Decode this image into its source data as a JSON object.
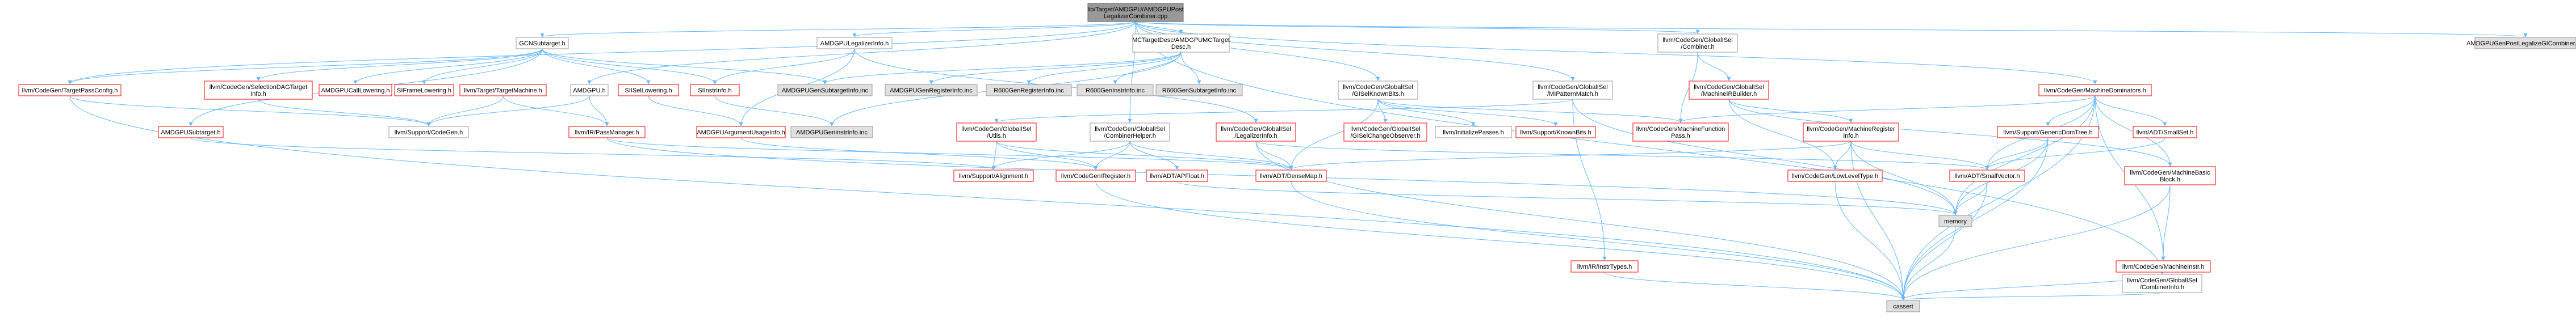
{
  "colors": {
    "edge": "#63b8ff",
    "root_fill": "#999999",
    "root_border": "#666666",
    "file_fill": "#ffffff",
    "file_border": "#ff0000",
    "sys_fill": "#e0e0e0",
    "sys_border": "#999999",
    "text": "#000000",
    "edge_color_name": "sky-blue"
  },
  "nodes": [
    {
      "id": "root",
      "label": [
        "lib/Target/AMDGPU/AMDGPUPost",
        "LegalizerCombiner.cpp"
      ],
      "kind": "root"
    },
    {
      "id": "gcn_subtarget",
      "label": [
        "GCNSubtarget.h"
      ],
      "kind": "plain"
    },
    {
      "id": "amdgpu_legalizerinfo",
      "label": [
        "AMDGPULegalizerInfo.h"
      ],
      "kind": "plain"
    },
    {
      "id": "mctargetdesc",
      "label": [
        "MCTargetDesc/AMDGPUMCTarget",
        "Desc.h"
      ],
      "kind": "plain"
    },
    {
      "id": "globalisel_combiner",
      "label": [
        "llvm/CodeGen/GlobalISel",
        "/Combiner.h"
      ],
      "kind": "plain"
    },
    {
      "id": "combiner_inc",
      "label": [
        "AMDGPUGenPostLegalizeGICombiner.inc"
      ],
      "kind": "sys"
    },
    {
      "id": "target_passconfig",
      "label": [
        "llvm/CodeGen/TargetPassConfig.h"
      ],
      "kind": "file"
    },
    {
      "id": "sdag_targetinfo",
      "label": [
        "llvm/CodeGen/SelectionDAGTarget",
        "Info.h"
      ],
      "kind": "file"
    },
    {
      "id": "amdgpu_calllowering",
      "label": [
        "AMDGPUCallLowering.h"
      ],
      "kind": "file"
    },
    {
      "id": "si_framelowering",
      "label": [
        "SIFrameLowering.h"
      ],
      "kind": "file"
    },
    {
      "id": "target_machine",
      "label": [
        "llvm/Target/TargetMachine.h"
      ],
      "kind": "file"
    },
    {
      "id": "amdgpu_h",
      "label": [
        "AMDGPU.h"
      ],
      "kind": "plain"
    },
    {
      "id": "si_isellowering",
      "label": [
        "SIISelLowering.h"
      ],
      "kind": "file"
    },
    {
      "id": "si_instrinfo",
      "label": [
        "SIInstrInfo.h"
      ],
      "kind": "file"
    },
    {
      "id": "subtargetinfo_inc",
      "label": [
        "AMDGPUGenSubtargetInfo.inc"
      ],
      "kind": "sys"
    },
    {
      "id": "registerinfo_inc",
      "label": [
        "AMDGPUGenRegisterInfo.inc"
      ],
      "kind": "sys"
    },
    {
      "id": "r600_registerinfo",
      "label": [
        "R600GenRegisterInfo.inc"
      ],
      "kind": "sys"
    },
    {
      "id": "r600_instrinfo",
      "label": [
        "R600GenInstrInfo.inc"
      ],
      "kind": "sys"
    },
    {
      "id": "r600_subtargetinfo",
      "label": [
        "R600GenSubtargetInfo.inc"
      ],
      "kind": "sys"
    },
    {
      "id": "gisel_knownbits",
      "label": [
        "llvm/CodeGen/GlobalISel",
        "/GISelKnownBits.h"
      ],
      "kind": "plain"
    },
    {
      "id": "mipattern_match",
      "label": [
        "llvm/CodeGen/GlobalISel",
        "/MIPatternMatch.h"
      ],
      "kind": "plain"
    },
    {
      "id": "mir_builder",
      "label": [
        "llvm/CodeGen/GlobalISel",
        "/MachineIRBuilder.h"
      ],
      "kind": "file"
    },
    {
      "id": "machine_dominators",
      "label": [
        "llvm/CodeGen/MachineDominators.h"
      ],
      "kind": "file"
    },
    {
      "id": "amdgpu_subtarget",
      "label": [
        "AMDGPUSubtarget.h"
      ],
      "kind": "file"
    },
    {
      "id": "support_codegen",
      "label": [
        "llvm/Support/CodeGen.h"
      ],
      "kind": "plain"
    },
    {
      "id": "ir_passmanager",
      "label": [
        "llvm/IR/PassManager.h"
      ],
      "kind": "file"
    },
    {
      "id": "argument_usageinfo",
      "label": [
        "AMDGPUArgumentUsageInfo.h"
      ],
      "kind": "file"
    },
    {
      "id": "geninstrinfo_inc",
      "label": [
        "AMDGPUGenInstrInfo.inc"
      ],
      "kind": "sys"
    },
    {
      "id": "globalisel_utils",
      "label": [
        "llvm/CodeGen/GlobalISel",
        "/Utils.h"
      ],
      "kind": "file"
    },
    {
      "id": "combiner_helper",
      "label": [
        "llvm/CodeGen/GlobalISel",
        "/CombinerHelper.h"
      ],
      "kind": "plain"
    },
    {
      "id": "legalizer_info",
      "label": [
        "llvm/CodeGen/GlobalISel",
        "/LegalizerInfo.h"
      ],
      "kind": "file"
    },
    {
      "id": "gisel_change_observer",
      "label": [
        "llvm/CodeGen/GlobalISel",
        "/GISelChangeObserver.h"
      ],
      "kind": "file"
    },
    {
      "id": "initialize_passes",
      "label": [
        "llvm/InitializePasses.h"
      ],
      "kind": "plain"
    },
    {
      "id": "support_knownbits",
      "label": [
        "llvm/Support/KnownBits.h"
      ],
      "kind": "file"
    },
    {
      "id": "machine_function_pass",
      "label": [
        "llvm/CodeGen/MachineFunction",
        "Pass.h"
      ],
      "kind": "file"
    },
    {
      "id": "machine_register_info",
      "label": [
        "llvm/CodeGen/MachineRegister",
        "Info.h"
      ],
      "kind": "file"
    },
    {
      "id": "generic_domtree",
      "label": [
        "llvm/Support/GenericDomTree.h"
      ],
      "kind": "file"
    },
    {
      "id": "adt_smallset",
      "label": [
        "llvm/ADT/SmallSet.h"
      ],
      "kind": "file"
    },
    {
      "id": "support_alignment",
      "label": [
        "llvm/Support/Alignment.h"
      ],
      "kind": "file"
    },
    {
      "id": "codegen_register",
      "label": [
        "llvm/CodeGen/Register.h"
      ],
      "kind": "file"
    },
    {
      "id": "adt_apfloat",
      "label": [
        "llvm/ADT/APFloat.h"
      ],
      "kind": "file"
    },
    {
      "id": "adt_densemap",
      "label": [
        "llvm/ADT/DenseMap.h"
      ],
      "kind": "file"
    },
    {
      "id": "low_level_type",
      "label": [
        "llvm/CodeGen/LowLevelType.h"
      ],
      "kind": "file"
    },
    {
      "id": "adt_smallvector",
      "label": [
        "llvm/ADT/SmallVector.h"
      ],
      "kind": "file"
    },
    {
      "id": "machine_basic_block",
      "label": [
        "llvm/CodeGen/MachineBasic",
        "Block.h"
      ],
      "kind": "file"
    },
    {
      "id": "memory",
      "label": [
        "memory"
      ],
      "kind": "sys"
    },
    {
      "id": "ir_instrtypes",
      "label": [
        "llvm/IR/InstrTypes.h"
      ],
      "kind": "file"
    },
    {
      "id": "machine_instr",
      "label": [
        "llvm/CodeGen/MachineInstr.h"
      ],
      "kind": "file"
    },
    {
      "id": "combiner_info",
      "label": [
        "llvm/CodeGen/GlobalISel",
        "/CombinerInfo.h"
      ],
      "kind": "plain"
    },
    {
      "id": "cassert",
      "label": [
        "cassert"
      ],
      "kind": "sys"
    }
  ],
  "edges": [
    [
      "root",
      "gcn_subtarget"
    ],
    [
      "root",
      "amdgpu_legalizerinfo"
    ],
    [
      "root",
      "mctargetdesc"
    ],
    [
      "root",
      "globalisel_combiner"
    ],
    [
      "root",
      "combiner_inc"
    ],
    [
      "root",
      "amdgpu_h"
    ],
    [
      "root",
      "gisel_knownbits"
    ],
    [
      "root",
      "mipattern_match"
    ],
    [
      "root",
      "machine_dominators"
    ],
    [
      "root",
      "combiner_helper"
    ],
    [
      "root",
      "target_passconfig"
    ],
    [
      "root",
      "combiner_info"
    ],
    [
      "gcn_subtarget",
      "target_passconfig"
    ],
    [
      "gcn_subtarget",
      "sdag_targetinfo"
    ],
    [
      "gcn_subtarget",
      "amdgpu_calllowering"
    ],
    [
      "gcn_subtarget",
      "si_framelowering"
    ],
    [
      "gcn_subtarget",
      "si_isellowering"
    ],
    [
      "gcn_subtarget",
      "si_instrinfo"
    ],
    [
      "gcn_subtarget",
      "subtargetinfo_inc"
    ],
    [
      "gcn_subtarget",
      "amdgpu_subtarget"
    ],
    [
      "amdgpu_legalizerinfo",
      "si_instrinfo"
    ],
    [
      "amdgpu_legalizerinfo",
      "argument_usageinfo"
    ],
    [
      "amdgpu_legalizerinfo",
      "legalizer_info"
    ],
    [
      "mctargetdesc",
      "subtargetinfo_inc"
    ],
    [
      "mctargetdesc",
      "registerinfo_inc"
    ],
    [
      "mctargetdesc",
      "r600_registerinfo"
    ],
    [
      "mctargetdesc",
      "r600_instrinfo"
    ],
    [
      "mctargetdesc",
      "r600_subtargetinfo"
    ],
    [
      "mctargetdesc",
      "geninstrinfo_inc"
    ],
    [
      "globalisel_combiner",
      "mir_builder"
    ],
    [
      "globalisel_combiner",
      "machine_function_pass"
    ],
    [
      "target_passconfig",
      "support_codegen"
    ],
    [
      "target_passconfig",
      "cassert"
    ],
    [
      "sdag_targetinfo",
      "support_codegen"
    ],
    [
      "target_machine",
      "support_codegen"
    ],
    [
      "target_machine",
      "ir_passmanager"
    ],
    [
      "amdgpu_h",
      "support_codegen"
    ],
    [
      "amdgpu_h",
      "ir_passmanager"
    ],
    [
      "si_isellowering",
      "argument_usageinfo"
    ],
    [
      "si_instrinfo",
      "geninstrinfo_inc"
    ],
    [
      "amdgpu_subtarget",
      "support_alignment"
    ],
    [
      "ir_passmanager",
      "adt_densemap"
    ],
    [
      "ir_passmanager",
      "memory"
    ],
    [
      "argument_usageinfo",
      "codegen_register"
    ],
    [
      "gisel_knownbits",
      "gisel_change_observer"
    ],
    [
      "gisel_knownbits",
      "initialize_passes"
    ],
    [
      "gisel_knownbits",
      "support_knownbits"
    ],
    [
      "gisel_knownbits",
      "machine_function_pass"
    ],
    [
      "gisel_knownbits",
      "adt_densemap"
    ],
    [
      "mipattern_match",
      "globalisel_utils"
    ],
    [
      "mipattern_match",
      "ir_instrtypes"
    ],
    [
      "mipattern_match",
      "memory"
    ],
    [
      "mir_builder",
      "machine_register_info"
    ],
    [
      "mir_builder",
      "machine_basic_block"
    ],
    [
      "mir_builder",
      "low_level_type"
    ],
    [
      "machine_dominators",
      "machine_function_pass"
    ],
    [
      "machine_dominators",
      "generic_domtree"
    ],
    [
      "machine_dominators",
      "adt_smallset"
    ],
    [
      "machine_dominators",
      "machine_basic_block"
    ],
    [
      "machine_dominators",
      "machine_instr"
    ],
    [
      "machine_dominators",
      "memory"
    ],
    [
      "machine_dominators",
      "cassert"
    ],
    [
      "machine_dominators",
      "adt_smallvector"
    ],
    [
      "globalisel_utils",
      "support_alignment"
    ],
    [
      "globalisel_utils",
      "codegen_register"
    ],
    [
      "globalisel_utils",
      "adt_densemap"
    ],
    [
      "combiner_helper",
      "codegen_register"
    ],
    [
      "combiner_helper",
      "adt_apfloat"
    ],
    [
      "combiner_helper",
      "adt_densemap"
    ],
    [
      "combiner_helper",
      "support_alignment"
    ],
    [
      "legalizer_info",
      "adt_densemap"
    ],
    [
      "legalizer_info",
      "cassert"
    ],
    [
      "legalizer_info",
      "adt_smallvector"
    ],
    [
      "machine_register_info",
      "adt_densemap"
    ],
    [
      "machine_register_info",
      "low_level_type"
    ],
    [
      "machine_register_info",
      "adt_smallvector"
    ],
    [
      "machine_register_info",
      "memory"
    ],
    [
      "machine_register_info",
      "cassert"
    ],
    [
      "generic_domtree",
      "adt_smallvector"
    ],
    [
      "generic_domtree",
      "memory"
    ],
    [
      "generic_domtree",
      "cassert"
    ],
    [
      "adt_smallset",
      "adt_smallvector"
    ],
    [
      "codegen_register",
      "cassert"
    ],
    [
      "adt_apfloat",
      "memory"
    ],
    [
      "adt_densemap",
      "cassert"
    ],
    [
      "adt_smallvector",
      "cassert"
    ],
    [
      "adt_smallvector",
      "memory"
    ],
    [
      "machine_basic_block",
      "machine_instr"
    ],
    [
      "machine_basic_block",
      "cassert"
    ],
    [
      "machine_instr",
      "cassert"
    ],
    [
      "ir_instrtypes",
      "cassert"
    ],
    [
      "combiner_info",
      "cassert"
    ],
    [
      "low_level_type",
      "cassert"
    ],
    [
      "memory",
      "cassert"
    ]
  ]
}
